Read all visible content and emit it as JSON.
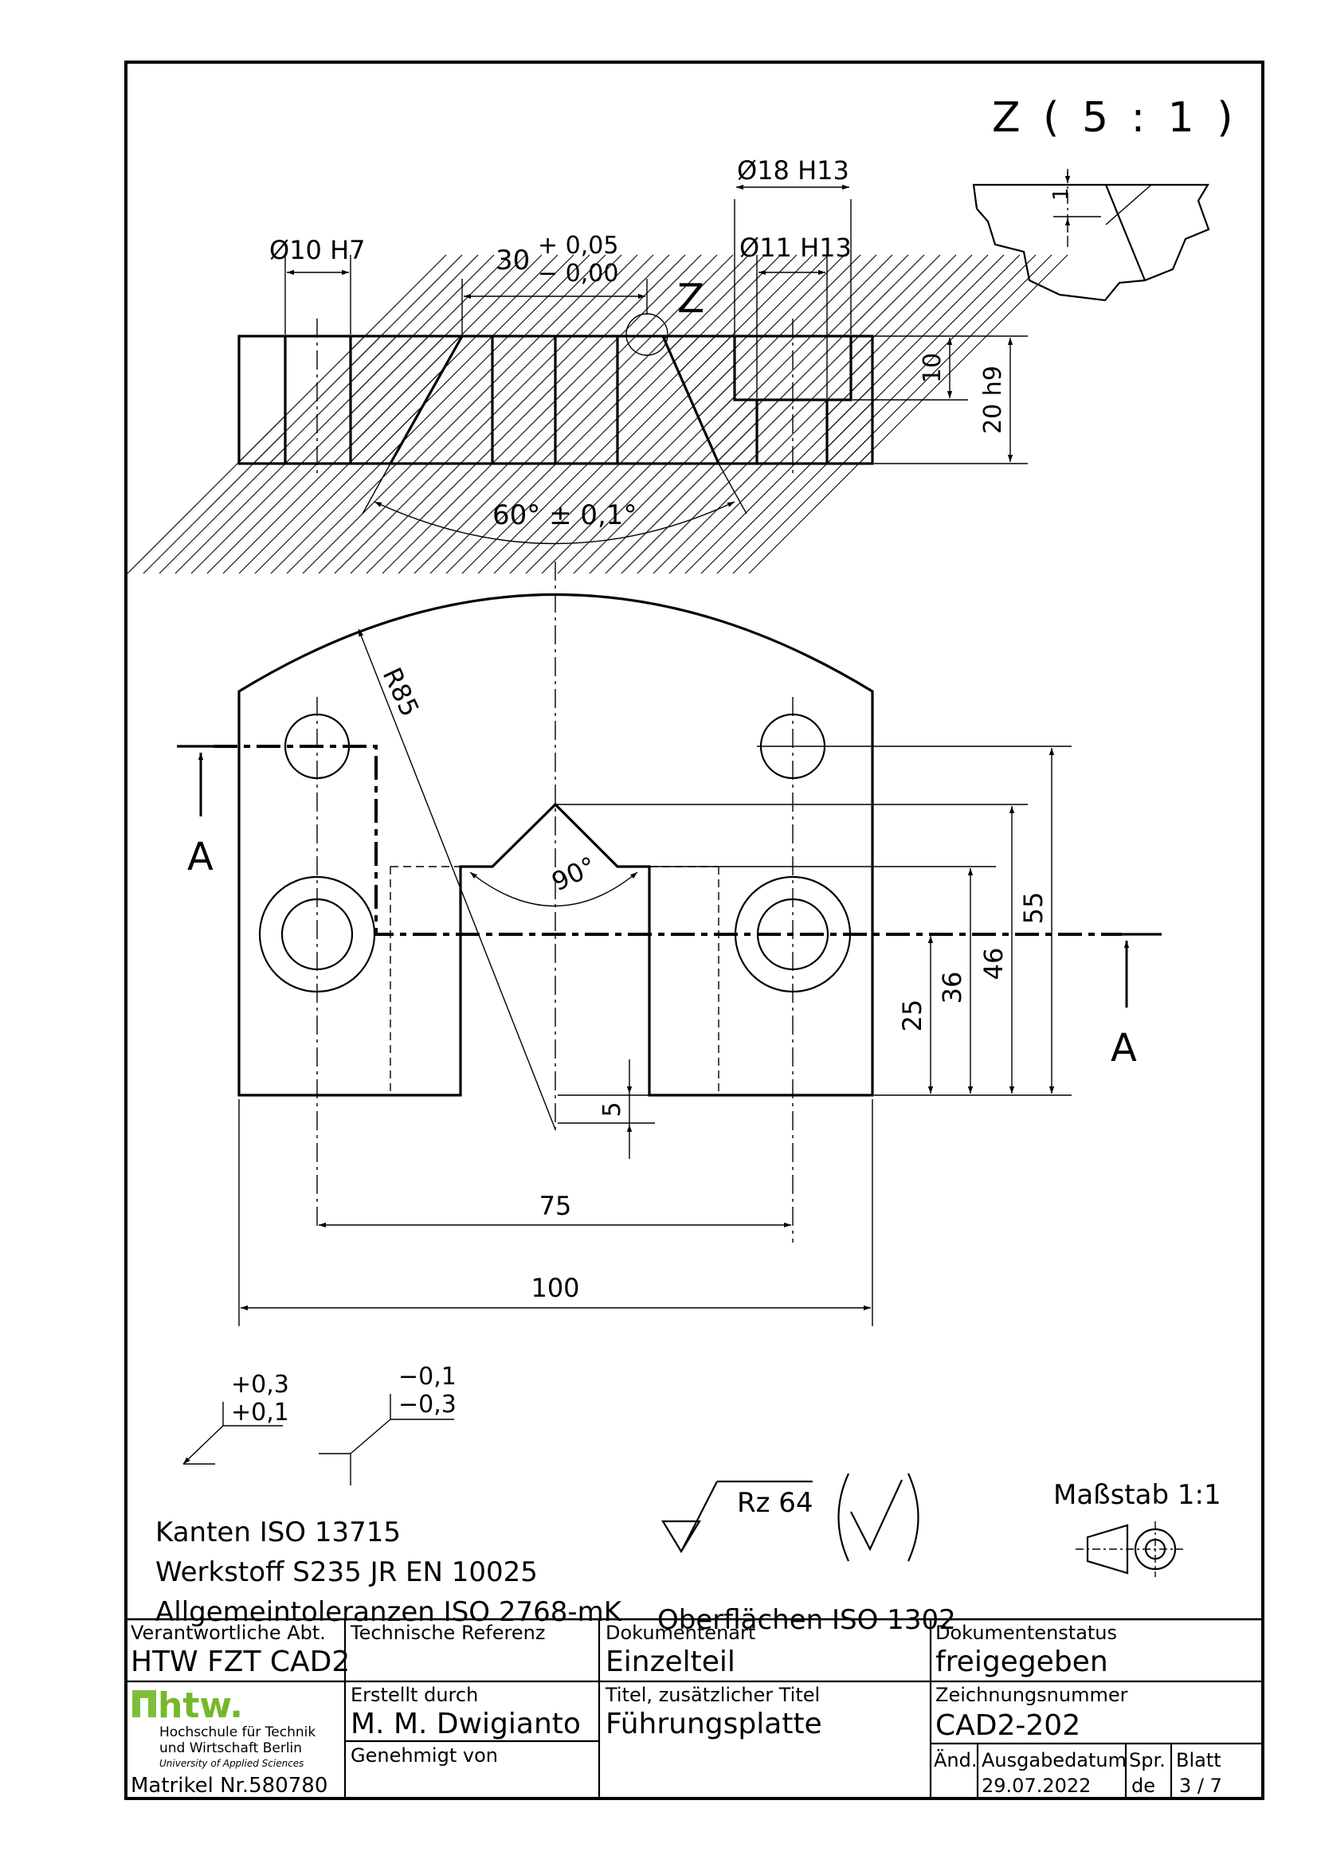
{
  "detail": {
    "label": "Z ( 5 : 1 )",
    "depth_dim": "1",
    "marker": "Z"
  },
  "section_view": {
    "hole_small_dia": "Ø10 H7",
    "dist_main": "30",
    "dist_tol_upper": "+ 0,05",
    "dist_tol_lower": "− 0,00",
    "cbore_outer": "Ø18 H13",
    "cbore_inner": "Ø11 H13",
    "depth_10": "10",
    "height_20": "20 h9",
    "angle": "60° ± 0,1°"
  },
  "plan_view": {
    "radius": "R85",
    "v_angle": "90°",
    "section_letter": "A",
    "dims": {
      "d5": "5",
      "d25": "25",
      "d36": "36",
      "d46": "46",
      "d55": "55",
      "d75": "75",
      "d100": "100"
    }
  },
  "edge_symbols": {
    "left_upper": "+0,3",
    "left_lower": "+0,1",
    "right_upper": "−0,1",
    "right_lower": "−0,3"
  },
  "notes": [
    "Kanten ISO 13715",
    "Werkstoff S235 JR EN 10025",
    "Allgemeintoleranzen ISO 2768-mK"
  ],
  "surface": {
    "rz": "Rz 64",
    "standard": "Oberflächen ISO 1302"
  },
  "scale": "Maßstab 1:1",
  "title_block": {
    "abt_label": "Verantwortliche Abt.",
    "abt_value": "HTW FZT CAD2",
    "ref_label": "Technische Referenz",
    "doc_type_label": "Dokumentenart",
    "doc_type_value": "Einzelteil",
    "status_label": "Dokumentenstatus",
    "status_value": "freigegeben",
    "created_label": "Erstellt durch",
    "created_value": "M. M. Dwigianto",
    "title_label": "Titel, zusätzlicher Titel",
    "title_value": "Führungsplatte",
    "drawing_no_label": "Zeichnungsnummer",
    "drawing_no_value": "CAD2-202",
    "approved_label": "Genehmigt von",
    "aend_label": "Änd.",
    "date_label": "Ausgabedatum",
    "date_value": "29.07.2022",
    "lang_label": "Spr.",
    "lang_value": "de",
    "sheet_label": "Blatt",
    "sheet_value": "3 / 7",
    "logo_text": "htw.",
    "school_line1": "Hochschule für Technik",
    "school_line2": "und Wirtschaft Berlin",
    "school_line3": "University of Applied Sciences",
    "matrikel": "Matrikel Nr.580780"
  }
}
